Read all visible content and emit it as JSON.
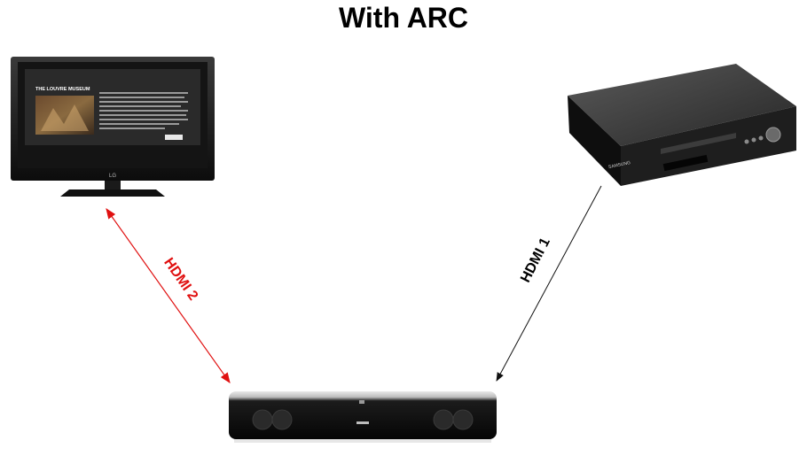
{
  "title": "With ARC",
  "connections": {
    "hdmi1": {
      "label": "HDMI 1",
      "color": "#111111"
    },
    "hdmi2": {
      "label": "HDMI 2",
      "color": "#e01010"
    }
  },
  "devices": {
    "tv": {
      "screen_heading": "THE LOUVRE MUSEUM",
      "brand": "LG"
    },
    "player": {
      "brand": "SAMSUNG"
    },
    "soundbar": {}
  }
}
